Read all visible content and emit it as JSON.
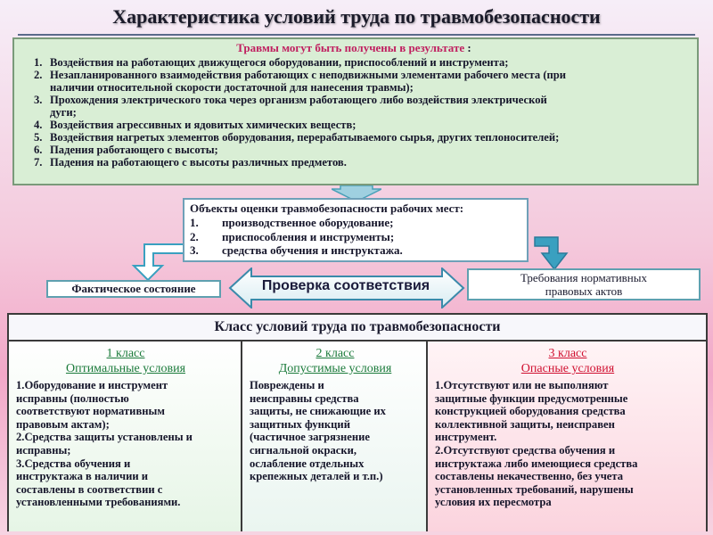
{
  "title": "Характеристика условий труда по травмобезопасности",
  "injuries": {
    "heading": "Травмы могут быть получены в результате",
    "colon": " :",
    "items": [
      {
        "num": "1.",
        "text": "Воздействия на работающих движущегося оборудовании, приспособлений и инструмента;"
      },
      {
        "num": "2.",
        "text": "Незапланированного взаимодействия работающих с неподвижными элементами рабочего места (при"
      },
      {
        "num": "",
        "text": "наличии относительной скорости достаточной для нанесения травмы);"
      },
      {
        "num": "3.",
        "text": "Прохождения электрического тока через организм работающего либо воздействия электрической"
      },
      {
        "num": "",
        "text": "дуги;"
      },
      {
        "num": "4.",
        "text": "Воздействия агрессивных и ядовитых химических веществ;"
      },
      {
        "num": "5.",
        "text": "Воздействия нагретых элементов оборудования, перерабатываемого сырья, других теплоносителей;"
      },
      {
        "num": "6.",
        "text": "Падения работающего с высоты;"
      },
      {
        "num": "7.",
        "text": "Падения на работающего с высоты различных предметов."
      }
    ]
  },
  "objects": {
    "heading": "Объекты оценки травмобезопасности рабочих мест:",
    "items": [
      {
        "num": "1.",
        "text": "производственное оборудование;"
      },
      {
        "num": "2.",
        "text": "приспособления и инструменты;"
      },
      {
        "num": "3.",
        "text": "средства обучения и инструктажа."
      }
    ]
  },
  "actual_state": "Фактическое состояние",
  "requirements": {
    "line1": "Требования нормативных",
    "line2": "правовых актов"
  },
  "compliance_check": "Проверка соответствия",
  "class_table": {
    "header": "Класс условий труда по травмобезопасности",
    "columns": [
      {
        "num": "1 класс",
        "name": "Оптимальные условия",
        "lines": [
          "1.Оборудование и инструмент",
          "исправны (полностью",
          "соответствуют нормативным",
          "правовым актам);",
          "2.Средства защиты установлены и",
          "исправны;",
          "3.Средства обучения и",
          "инструктажа в наличии и",
          "составлены в соответствии с",
          "установленными требованиями."
        ]
      },
      {
        "num": "2 класс",
        "name": "Допустимые условия",
        "lines": [
          "Повреждены и",
          "неисправны средства",
          "защиты, не снижающие их",
          "защитных функций",
          "(частичное загрязнение",
          "сигнальной окраски,",
          "ослабление отдельных",
          "крепежных деталей и т.п.)"
        ]
      },
      {
        "num": "3 класс",
        "name": "Опасные условия",
        "lines": [
          "1.Отсутствуют или не выполняют",
          "защитные функции предусмотренные",
          "конструкцией оборудования средства",
          "коллективной защиты, неисправен",
          "инструмент.",
          "2.Отсутствуют средства обучения и",
          "инструктажа либо имеющиеся средства",
          "составлены некачественно, без учета",
          "установленных требований, нарушены",
          "условия их пересмотра"
        ]
      }
    ]
  },
  "colors": {
    "top_box_bg": "#d9eed5",
    "accent_red": "#c02060",
    "class_green": "#1a7a3a",
    "class_red": "#d01030",
    "arrow_fill": "#ffffff",
    "arrow_stroke": "#4aa0b8"
  }
}
